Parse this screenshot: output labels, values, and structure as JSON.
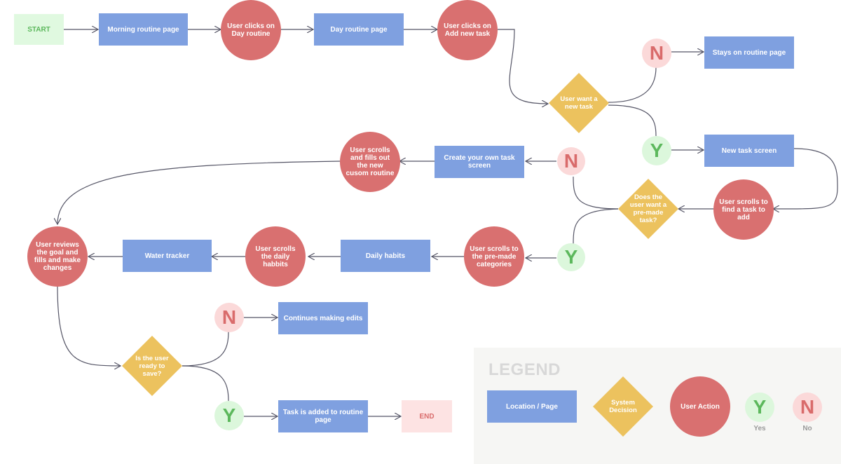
{
  "flow": {
    "start": "START",
    "morning_routine_page": "Morning routine page",
    "user_clicks_day_routine": "User clicks on Day routine",
    "day_routine_page": "Day routine page",
    "user_clicks_add_task": "User clicks on Add new task",
    "decision_new_task": "User want a new task",
    "no_label": "N",
    "yes_label": "Y",
    "stays_on_routine_page": "Stays on routine page",
    "new_task_screen": "New task screen",
    "user_scrolls_find_task": "User scrolls to find a task to add",
    "decision_premade": "Does the user want a pre-made task?",
    "create_own_task_screen": "Create your own task screen",
    "user_scrolls_fills_custom": "User scrolls and fills out the new cusom routine",
    "user_scrolls_premade": "User scrolls to the pre-made categories",
    "daily_habits": "Daily habits",
    "user_scrolls_daily_habits": "User scrolls the daily habbits",
    "water_tracker": "Water tracker",
    "user_reviews_goal": "User reviews the goal and fills and make changes",
    "decision_ready_save": "Is the user ready to save?",
    "continues_making_edits": "Continues making edits",
    "task_added": "Task is added to routine page",
    "end": "END"
  },
  "legend": {
    "title": "LEGEND",
    "location_page": "Location / Page",
    "system_decision": "System Decision",
    "user_action": "User Action",
    "yes_symbol": "Y",
    "no_symbol": "N",
    "yes_caption": "Yes",
    "no_caption": "No"
  },
  "colors": {
    "location_page": "#7fa0e0",
    "user_action": "#d97070",
    "system_decision": "#ecc25e",
    "yes": "#5cb85c",
    "no": "#d96b6b",
    "connector": "#555566"
  }
}
